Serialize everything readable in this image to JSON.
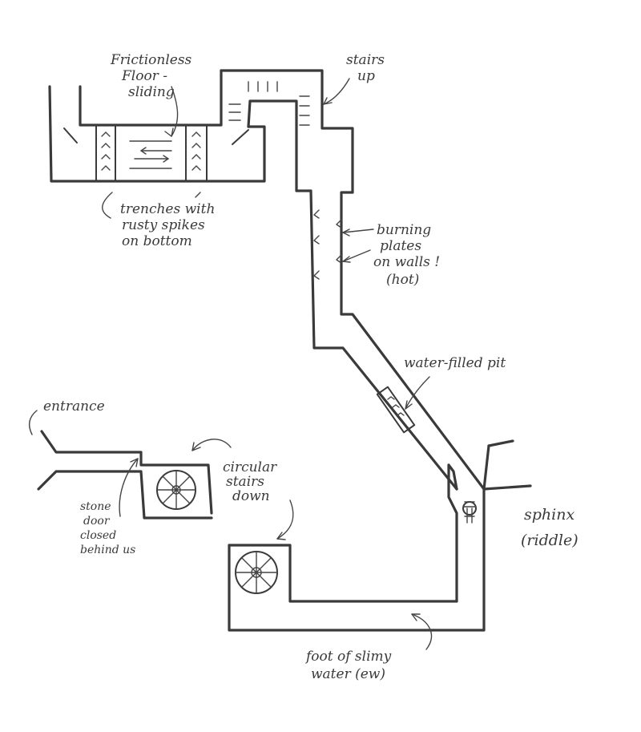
{
  "map": {
    "labels": {
      "frictionless_1": "Frictionless",
      "frictionless_2": "Floor -",
      "frictionless_3": "sliding",
      "stairs_up_1": "stairs",
      "stairs_up_2": "up",
      "trenches_1": "trenches with",
      "trenches_2": "rusty spikes",
      "trenches_3": "on bottom",
      "burning_1": "burning",
      "burning_2": "plates",
      "burning_3": "on walls !",
      "burning_4": "(hot)",
      "water_pit": "water-filled pit",
      "entrance": "entrance",
      "circular_1": "circular",
      "circular_2": "stairs",
      "circular_3": "down",
      "stone_1": "stone",
      "stone_2": "door",
      "stone_3": "closed",
      "stone_4": "behind us",
      "sphinx_1": "sphinx",
      "sphinx_2": "(riddle)",
      "foot_1": "foot of slimy",
      "foot_2": "water (ew)"
    },
    "colors": {
      "ink": "#3a3a3a",
      "paper": "#ffffff"
    }
  }
}
